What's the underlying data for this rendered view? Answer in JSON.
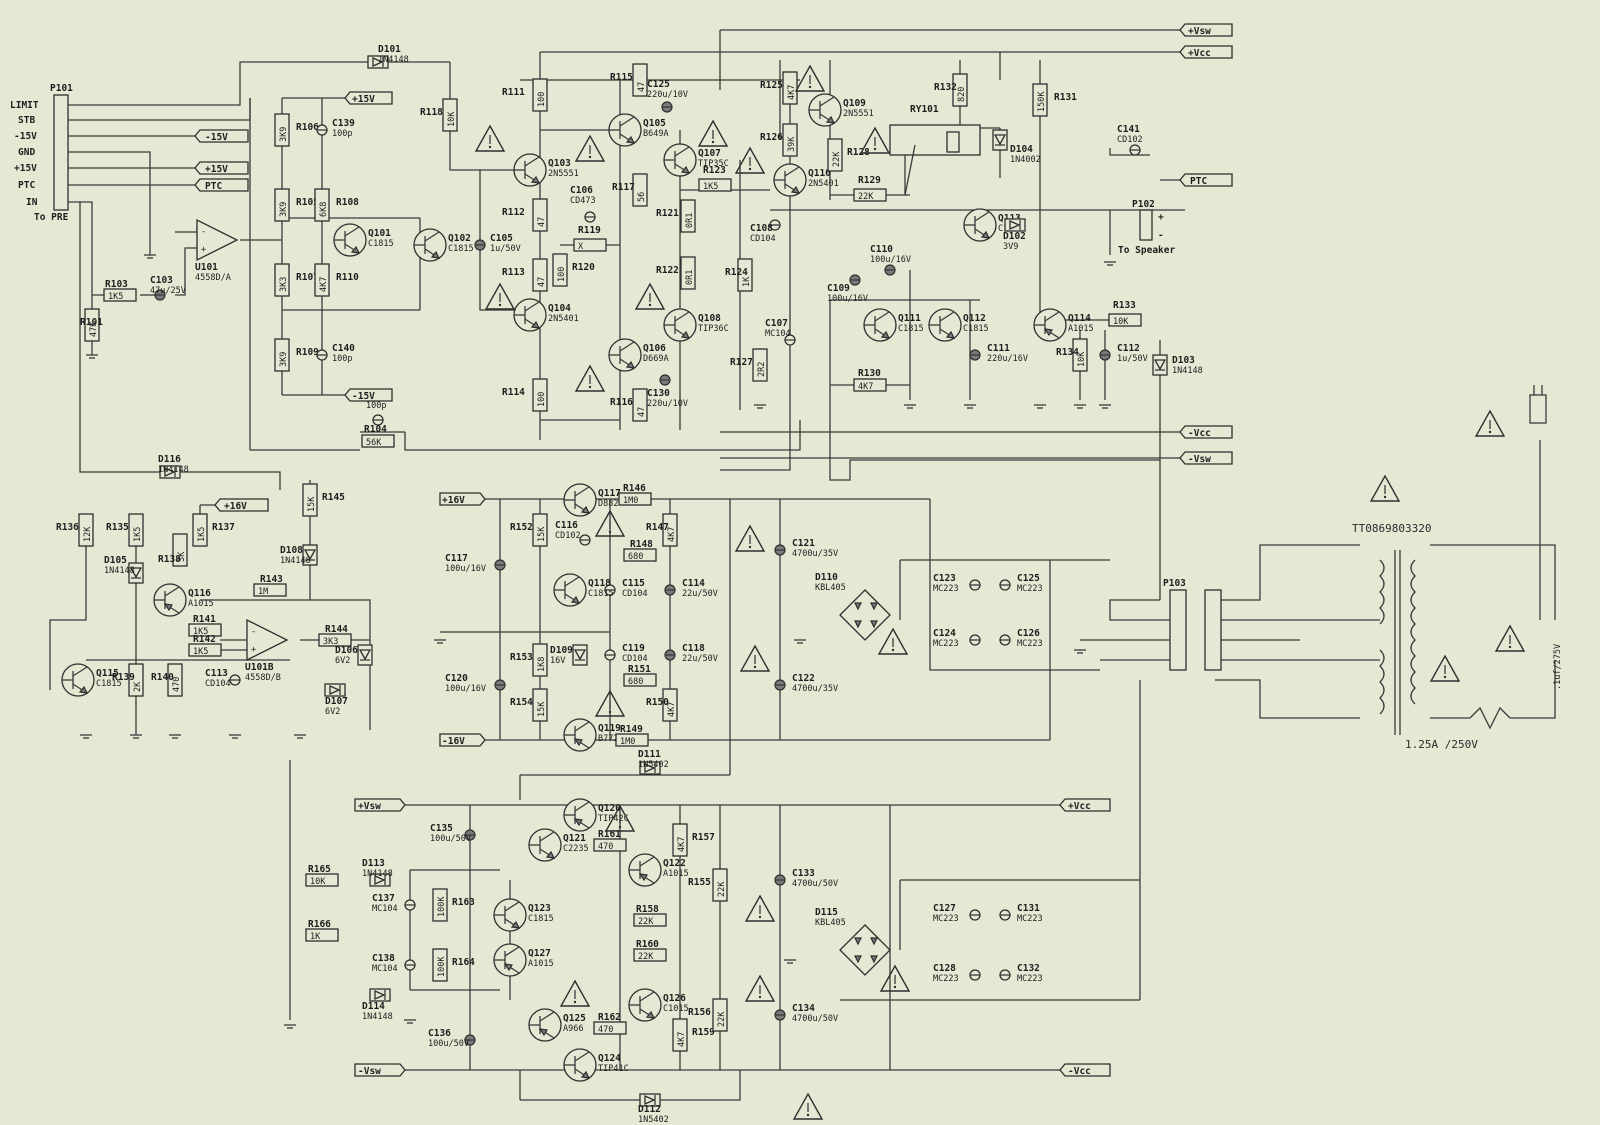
{
  "connector_p101": {
    "ref": "P101",
    "pins": [
      "LIMIT",
      "STB",
      "-15V",
      "GND",
      "+15V",
      "PTC",
      "IN"
    ],
    "caption": "To PRE"
  },
  "connector_p102": {
    "ref": "P102",
    "plus": "+",
    "minus": "-",
    "caption": "To Speaker"
  },
  "connector_p103": {
    "ref": "P103"
  },
  "rails": {
    "vsw_pos": "+Vsw",
    "vcc_pos": "+Vcc",
    "vcc_neg": "-Vcc",
    "vsw_neg": "-Vsw",
    "ptc": "PTC",
    "v15_pos": "+15V",
    "v15_neg": "-15V",
    "v16_pos": "+16V",
    "v16_neg": "-16V",
    "vsw_pos2": "+Vsw",
    "vcc_pos2": "+Vcc",
    "vsw_neg2": "-Vsw",
    "vcc_neg2": "-Vcc",
    "v16_pos2": "+16V"
  },
  "transformer": {
    "ref": "TT0869803320",
    "fuse": "1.25A /250V",
    "xcap": ".1uf/275V"
  },
  "components": [
    {
      "ref": "D101",
      "val": "1N4148"
    },
    {
      "ref": "R106",
      "val": "3K9"
    },
    {
      "ref": "C139",
      "val": "100p"
    },
    {
      "ref": "R105",
      "val": "3K9"
    },
    {
      "ref": "R108",
      "val": "6K8"
    },
    {
      "ref": "Q101",
      "val": "C1815"
    },
    {
      "ref": "Q102",
      "val": "C1815"
    },
    {
      "ref": "R107",
      "val": "3K3"
    },
    {
      "ref": "R110",
      "val": "4K7"
    },
    {
      "ref": "R109",
      "val": "3K9"
    },
    {
      "ref": "C140",
      "val": "100p"
    },
    {
      "ref": "R118",
      "val": "10K"
    },
    {
      "ref": "U101",
      "val": "4558D/A"
    },
    {
      "ref": "R103",
      "val": "1K5"
    },
    {
      "ref": "C103",
      "val": "47u/25V"
    },
    {
      "ref": "R101",
      "val": "47K"
    },
    {
      "ref": "C104",
      "val": "100p"
    },
    {
      "ref": "R104",
      "val": "56K"
    },
    {
      "ref": "R111",
      "val": "100"
    },
    {
      "ref": "Q103",
      "val": "2N5551"
    },
    {
      "ref": "C105",
      "val": "1u/50V"
    },
    {
      "ref": "R112",
      "val": "47"
    },
    {
      "ref": "R113",
      "val": "47"
    },
    {
      "ref": "R120",
      "val": "100"
    },
    {
      "ref": "Q104",
      "val": "2N5401"
    },
    {
      "ref": "R114",
      "val": "100"
    },
    {
      "ref": "R115",
      "val": "47"
    },
    {
      "ref": "C125",
      "val": "220u/10V"
    },
    {
      "ref": "Q105",
      "val": "B649A"
    },
    {
      "ref": "R117",
      "val": "56"
    },
    {
      "ref": "C106",
      "val": "CD473"
    },
    {
      "ref": "R119",
      "val": "X"
    },
    {
      "ref": "Q106",
      "val": "D669A"
    },
    {
      "ref": "R116",
      "val": "47"
    },
    {
      "ref": "C130",
      "val": "220u/10V"
    },
    {
      "ref": "Q107",
      "val": "TIP35C"
    },
    {
      "ref": "R123",
      "val": "1K5"
    },
    {
      "ref": "R121",
      "val": "0R1"
    },
    {
      "ref": "R122",
      "val": "0R1"
    },
    {
      "ref": "Q108",
      "val": "TIP36C"
    },
    {
      "ref": "C108",
      "val": "CD104"
    },
    {
      "ref": "R124",
      "val": "1K"
    },
    {
      "ref": "C107",
      "val": "MC104"
    },
    {
      "ref": "R127",
      "val": "2R2"
    },
    {
      "ref": "R125",
      "val": "4K7"
    },
    {
      "ref": "R126",
      "val": "39K"
    },
    {
      "ref": "Q109",
      "val": "2N5551"
    },
    {
      "ref": "Q110",
      "val": "2N5401"
    },
    {
      "ref": "R128",
      "val": "22K"
    },
    {
      "ref": "R129",
      "val": "22K"
    },
    {
      "ref": "R132",
      "val": "820"
    },
    {
      "ref": "RY101",
      "val": ""
    },
    {
      "ref": "D104",
      "val": "1N4002"
    },
    {
      "ref": "R131",
      "val": "150K"
    },
    {
      "ref": "C141",
      "val": "CD102"
    },
    {
      "ref": "Q113",
      "val": "C1815"
    },
    {
      "ref": "D102",
      "val": "3V9"
    },
    {
      "ref": "C110",
      "val": "100u/16V"
    },
    {
      "ref": "C109",
      "val": "100u/16V"
    },
    {
      "ref": "Q111",
      "val": "C1815"
    },
    {
      "ref": "Q112",
      "val": "C1815"
    },
    {
      "ref": "C111",
      "val": "220u/16V"
    },
    {
      "ref": "Q114",
      "val": "A1015"
    },
    {
      "ref": "R133",
      "val": "10K"
    },
    {
      "ref": "R134",
      "val": "10K"
    },
    {
      "ref": "C112",
      "val": "1u/50V"
    },
    {
      "ref": "D103",
      "val": "1N4148"
    },
    {
      "ref": "R130",
      "val": "4K7"
    },
    {
      "ref": "D116",
      "val": "1N4148"
    },
    {
      "ref": "R136",
      "val": "12K"
    },
    {
      "ref": "R135",
      "val": "1K5"
    },
    {
      "ref": "R137",
      "val": "1K5"
    },
    {
      "ref": "R138",
      "val": "3K"
    },
    {
      "ref": "D105",
      "val": "1N4148"
    },
    {
      "ref": "Q116",
      "val": "A1015"
    },
    {
      "ref": "R145",
      "val": "15K"
    },
    {
      "ref": "D108",
      "val": "1N4148"
    },
    {
      "ref": "R143",
      "val": "1M"
    },
    {
      "ref": "R141",
      "val": "1K5"
    },
    {
      "ref": "R142",
      "val": "1K5"
    },
    {
      "ref": "U101B",
      "val": "4558D/B"
    },
    {
      "ref": "R144",
      "val": "3K3"
    },
    {
      "ref": "D106",
      "val": "6V2"
    },
    {
      "ref": "D107",
      "val": "6V2"
    },
    {
      "ref": "Q115",
      "val": "C1815"
    },
    {
      "ref": "R139",
      "val": "2K"
    },
    {
      "ref": "R140",
      "val": "470"
    },
    {
      "ref": "C113",
      "val": "CD104"
    },
    {
      "ref": "Q117",
      "val": "D882"
    },
    {
      "ref": "R146",
      "val": "1M0"
    },
    {
      "ref": "R152",
      "val": "15K"
    },
    {
      "ref": "C116",
      "val": "CD102"
    },
    {
      "ref": "R147",
      "val": "4K7"
    },
    {
      "ref": "R148",
      "val": "680"
    },
    {
      "ref": "C117",
      "val": "100u/16V"
    },
    {
      "ref": "C115",
      "val": "CD104"
    },
    {
      "ref": "C114",
      "val": "22u/50V"
    },
    {
      "ref": "Q118",
      "val": "C1815"
    },
    {
      "ref": "R153",
      "val": "1K8"
    },
    {
      "ref": "D109",
      "val": "16V"
    },
    {
      "ref": "C119",
      "val": "CD104"
    },
    {
      "ref": "C118",
      "val": "22u/50V"
    },
    {
      "ref": "R151",
      "val": "680"
    },
    {
      "ref": "C120",
      "val": "100u/16V"
    },
    {
      "ref": "R154",
      "val": "15K"
    },
    {
      "ref": "R150",
      "val": "4K7"
    },
    {
      "ref": "Q119",
      "val": "B772"
    },
    {
      "ref": "R149",
      "val": "1M0"
    },
    {
      "ref": "D111",
      "val": "1N5402"
    },
    {
      "ref": "C121",
      "val": "4700u/35V"
    },
    {
      "ref": "C122",
      "val": "4700u/35V"
    },
    {
      "ref": "D110",
      "val": "KBL405"
    },
    {
      "ref": "C123",
      "val": "MC223"
    },
    {
      "ref": "C125",
      "val": "MC223"
    },
    {
      "ref": "C124",
      "val": "MC223"
    },
    {
      "ref": "C126",
      "val": "MC223"
    },
    {
      "ref": "Q120",
      "val": "TIP42C"
    },
    {
      "ref": "Q121",
      "val": "C2235"
    },
    {
      "ref": "R161",
      "val": "470"
    },
    {
      "ref": "Q122",
      "val": "A1015"
    },
    {
      "ref": "R157",
      "val": "4K7"
    },
    {
      "ref": "C135",
      "val": "100u/50V"
    },
    {
      "ref": "R155",
      "val": "22K"
    },
    {
      "ref": "R165",
      "val": "10K"
    },
    {
      "ref": "D113",
      "val": "1N4148"
    },
    {
      "ref": "C137",
      "val": "MC104"
    },
    {
      "ref": "R163",
      "val": "100K"
    },
    {
      "ref": "Q123",
      "val": "C1815"
    },
    {
      "ref": "R158",
      "val": "22K"
    },
    {
      "ref": "R166",
      "val": "1K"
    },
    {
      "ref": "C138",
      "val": "MC104"
    },
    {
      "ref": "R164",
      "val": "100K"
    },
    {
      "ref": "Q127",
      "val": "A1015"
    },
    {
      "ref": "R160",
      "val": "22K"
    },
    {
      "ref": "D114",
      "val": "1N4148"
    },
    {
      "ref": "Q126",
      "val": "C1015"
    },
    {
      "ref": "C136",
      "val": "100u/50V"
    },
    {
      "ref": "Q125",
      "val": "A966"
    },
    {
      "ref": "R162",
      "val": "470"
    },
    {
      "ref": "R159",
      "val": "4K7"
    },
    {
      "ref": "R156",
      "val": "22K"
    },
    {
      "ref": "Q124",
      "val": "TIP41C"
    },
    {
      "ref": "D112",
      "val": "1N5402"
    },
    {
      "ref": "C133",
      "val": "4700u/50V"
    },
    {
      "ref": "C134",
      "val": "4700u/50V"
    },
    {
      "ref": "D115",
      "val": "KBL405"
    },
    {
      "ref": "C127",
      "val": "MC223"
    },
    {
      "ref": "C131",
      "val": "MC223"
    },
    {
      "ref": "C128",
      "val": "MC223"
    },
    {
      "ref": "C132",
      "val": "MC223"
    }
  ]
}
